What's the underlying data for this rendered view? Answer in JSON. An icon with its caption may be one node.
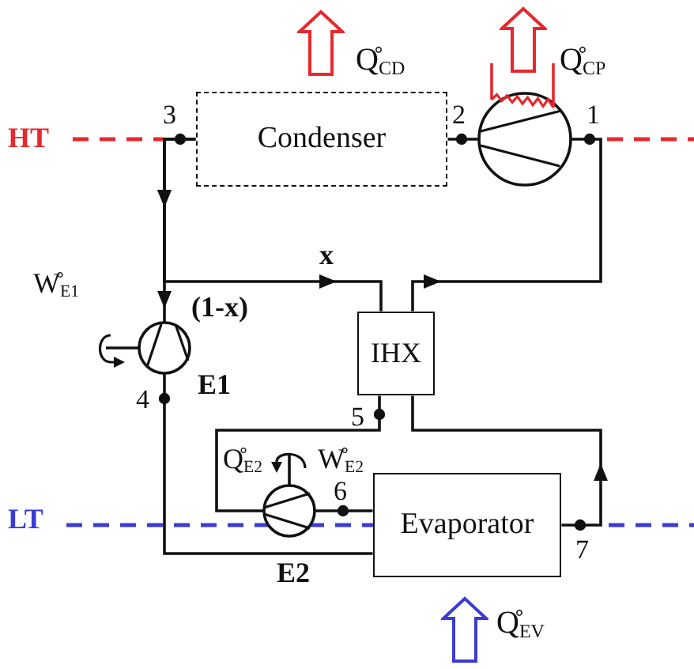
{
  "diagram": {
    "nodes": [
      {
        "text": [
          "Condenser"
        ],
        "beside": [
          "Q̊$_{CD}$"
        ]
      },
      {
        "text": [],
        "shape": "circle",
        "beside": [
          "Q̊$_{CP}$"
        ]
      },
      {
        "text": [],
        "shape": "circle",
        "beside": [
          "W̊$_{E1}$",
          "E1"
        ]
      },
      {
        "text": [
          "IHX"
        ]
      },
      {
        "text": [],
        "shape": "circle",
        "beside": [
          "Q̊$_{E2}$",
          "W̊$_{E2}$",
          "E2"
        ]
      },
      {
        "text": [
          "Evaporator"
        ],
        "beside": [
          "Q̊$_{EV}$"
        ]
      }
    ],
    "edges": [
      {
        "from": 1,
        "to": 0,
        "arrow": "none"
      },
      {
        "from": 0,
        "to": 2,
        "arrow": "to",
        "label": "(1-x)"
      },
      {
        "from": 0,
        "to": 3,
        "arrow": "to",
        "label": "x"
      },
      {
        "from": 2,
        "to": 5,
        "arrow": "none"
      },
      {
        "from": 3,
        "to": 4,
        "arrow": "none"
      },
      {
        "from": 4,
        "to": 5,
        "arrow": "none"
      },
      {
        "from": 5,
        "to": 3,
        "arrow": "to"
      },
      {
        "from": 3,
        "to": 1,
        "arrow": "to"
      }
    ],
    "labels": [
      "HT",
      "3",
      "2",
      "1",
      "4",
      "5",
      "6",
      "LT",
      "7"
    ]
  }
}
